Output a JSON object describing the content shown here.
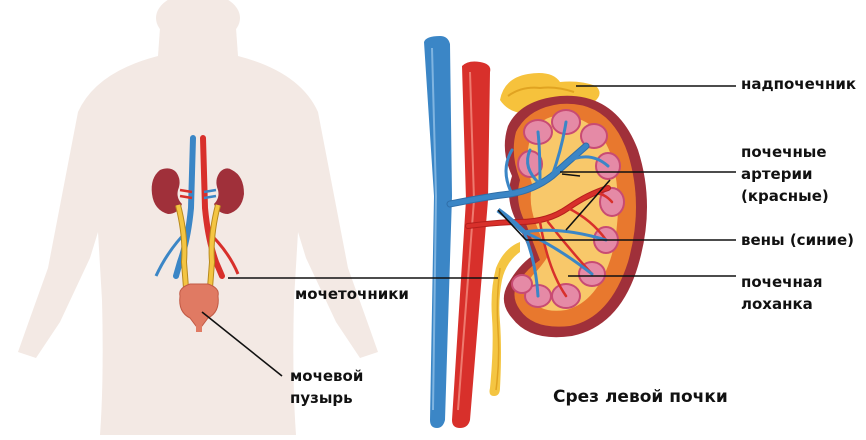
{
  "labels": {
    "adrenal": "надпочечник",
    "arteries_1": "почечные",
    "arteries_2": "артерии",
    "arteries_3": "(красные)",
    "veins": "вены (синие)",
    "pelvis_1": "почечная",
    "pelvis_2": "лоханка",
    "ureters": "мочеточники",
    "bladder_1": "мочевой",
    "bladder_2": "пузырь",
    "caption": "Срез левой почки"
  },
  "colors": {
    "body_silhouette": "#f3e9e4",
    "kidney_outer": "#a0303a",
    "kidney_cortex": "#e8782e",
    "pyramid": "#e58aa6",
    "artery": "#d8302b",
    "vein": "#3b86c6",
    "ureter": "#f4c542",
    "adrenal": "#f6c23c",
    "bladder": "#e07a63",
    "leader_line": "#111111"
  }
}
